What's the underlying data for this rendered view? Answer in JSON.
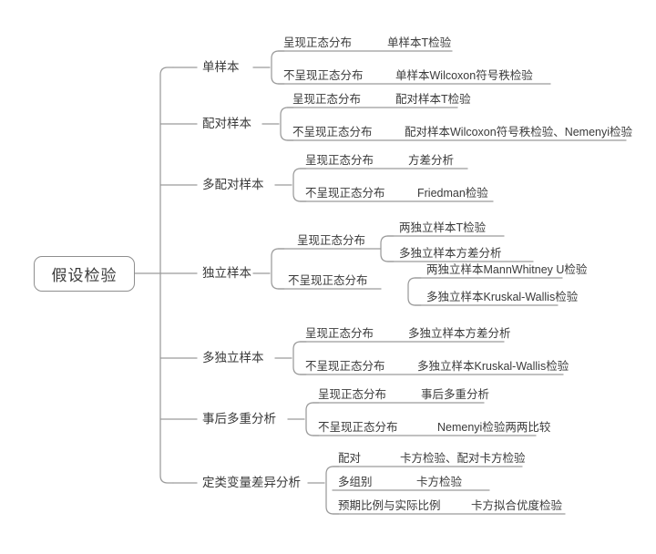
{
  "diagram": {
    "title": "假设检验",
    "type": "mind-map",
    "colors": {
      "line": "#9a9a9a",
      "text": "#3a3a3a",
      "background": "#ffffff"
    },
    "root": {
      "label": "假设检验"
    },
    "branches": [
      {
        "label": "单样本",
        "leaves": [
          {
            "condition": "呈现正态分布",
            "test": "单样本T检验"
          },
          {
            "condition": "不呈现正态分布",
            "test": "单样本Wilcoxon符号秩检验"
          }
        ]
      },
      {
        "label": "配对样本",
        "leaves": [
          {
            "condition": "呈现正态分布",
            "test": "配对样本T检验"
          },
          {
            "condition": "不呈现正态分布",
            "test": "配对样本Wilcoxon符号秩检验、Nemenyi检验"
          }
        ]
      },
      {
        "label": "多配对样本",
        "leaves": [
          {
            "condition": "呈现正态分布",
            "test": "方差分析"
          },
          {
            "condition": "不呈现正态分布",
            "test": "Friedman检验"
          }
        ]
      },
      {
        "label": "独立样本",
        "leaves": [
          {
            "condition": "呈现正态分布",
            "tests": [
              "两独立样本T检验",
              "多独立样本方差分析"
            ]
          },
          {
            "condition": "不呈现正态分布",
            "tests": [
              "两独立样本MannWhitney  U检验",
              "多独立样本Kruskal-Wallis检验"
            ]
          }
        ]
      },
      {
        "label": "多独立样本",
        "leaves": [
          {
            "condition": "呈现正态分布",
            "test": "多独立样本方差分析"
          },
          {
            "condition": "不呈现正态分布",
            "test": "多独立样本Kruskal-Wallis检验"
          }
        ]
      },
      {
        "label": "事后多重分析",
        "leaves": [
          {
            "condition": "呈现正态分布",
            "test": "事后多重分析"
          },
          {
            "condition": "不呈现正态分布",
            "test": "Nemenyi检验两两比较"
          }
        ]
      },
      {
        "label": "定类变量差异分析",
        "leaves": [
          {
            "condition": "配对",
            "test": "卡方检验、配对卡方检验"
          },
          {
            "condition": "多组别",
            "test": "卡方检验"
          },
          {
            "condition": "预期比例与实际比例",
            "test": "卡方拟合优度检验"
          }
        ]
      }
    ]
  }
}
